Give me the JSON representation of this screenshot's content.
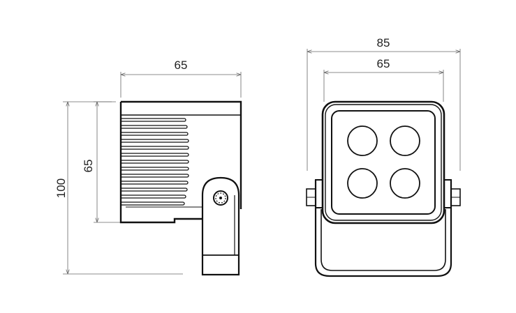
{
  "side_view": {
    "width_label": "65",
    "height_label": "65",
    "total_height_label": "100"
  },
  "front_view": {
    "outer_width_label": "85",
    "inner_width_label": "65"
  },
  "colors": {
    "line": "#111111",
    "dimension": "#666666",
    "text": "#222222"
  }
}
